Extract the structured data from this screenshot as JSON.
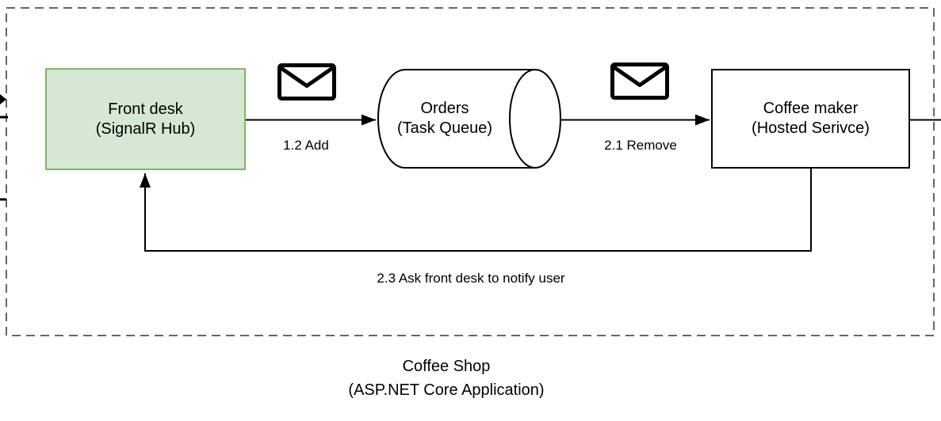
{
  "caption": {
    "text": "Coffee Shop\n(ASP.NET Core Application)"
  },
  "nodes": {
    "front_desk": {
      "label": "Front desk\n(SignalR Hub)"
    },
    "orders": {
      "label": "Orders\n(Task Queue)"
    },
    "coffee_maker": {
      "label": "Coffee maker\n(Hosted Serivce)"
    }
  },
  "edges": {
    "add": {
      "label": "1.2 Add",
      "icon": "envelope-icon"
    },
    "remove": {
      "label": "2.1 Remove",
      "icon": "envelope-icon"
    },
    "notify": {
      "label": "2.3 Ask front desk to notify user"
    }
  },
  "colors": {
    "line": "#000000",
    "boundary_dash": "#666666",
    "front_desk_fill": "#d5e8d4",
    "front_desk_stroke": "#82b366",
    "text": "#000000",
    "background": "#ffffff"
  }
}
